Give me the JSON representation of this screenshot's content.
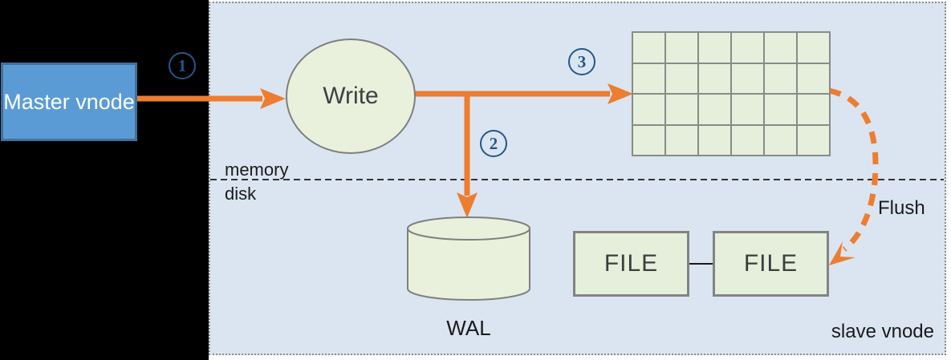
{
  "panel": {
    "slave_label": "slave vnode",
    "background": "#dbe5f1"
  },
  "nodes": {
    "master": {
      "label": "Master vnode",
      "fill": "#5b9bd5",
      "border": "#41719c"
    },
    "write": {
      "label": "Write"
    },
    "wal": {
      "label": "WAL"
    },
    "file1": {
      "label": "FILE"
    },
    "file2": {
      "label": "FILE"
    }
  },
  "labels": {
    "memory": "memory",
    "disk": "disk",
    "flush": "Flush"
  },
  "steps": [
    {
      "label": "1"
    },
    {
      "label": "2"
    },
    {
      "label": "3"
    }
  ],
  "grid": {
    "rows": 4,
    "cols": 6
  },
  "colors": {
    "arrow_orange": "#ed7d31",
    "node_green": "#e6efdb",
    "node_stroke": "#7f7f7f",
    "step_blue": "#24578a",
    "divider_black": "#1a1a1a"
  }
}
